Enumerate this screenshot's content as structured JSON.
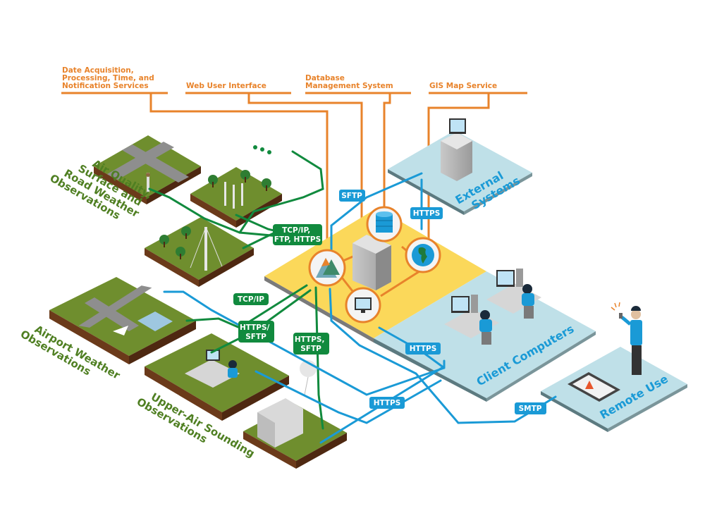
{
  "colors": {
    "orange": "#e8832b",
    "green_link": "#118a3e",
    "blue_link": "#1a9ad6",
    "grass": "#6f8e2e",
    "soil": "#6b3a1a",
    "yellow_platform": "#fbd85a",
    "light_blue_platform": "#bfe0e8",
    "zone_text_green": "#4f7f22"
  },
  "services": [
    {
      "id": "data-acquisition",
      "lines": [
        "Date Acquisition,",
        "Processing, Time, and",
        "Notification Services"
      ]
    },
    {
      "id": "web-ui",
      "lines": [
        "Web User Interface"
      ]
    },
    {
      "id": "dbms",
      "lines": [
        "Database",
        "Management System"
      ]
    },
    {
      "id": "gis",
      "lines": [
        "GIS Map Service"
      ]
    }
  ],
  "observation_zones": [
    {
      "id": "air-quality",
      "lines": [
        "Air Quality,",
        "Surface and",
        "Road Weather",
        "Observations"
      ]
    },
    {
      "id": "airport",
      "lines": [
        "Airport Weather",
        "Observations"
      ]
    },
    {
      "id": "upper-air",
      "lines": [
        "Upper-Air Sounding",
        "Observations"
      ]
    }
  ],
  "destination_zones": [
    {
      "id": "external",
      "lines": [
        "External",
        "Systems"
      ]
    },
    {
      "id": "client",
      "lines": [
        "Client Computers"
      ]
    },
    {
      "id": "remote",
      "lines": [
        "Remote Use"
      ]
    }
  ],
  "protocol_tags": {
    "green": [
      {
        "id": "tcp-ftp-https",
        "lines": [
          "TCP/IP,",
          "FTP, HTTPS"
        ]
      },
      {
        "id": "tcp-ip",
        "lines": [
          "TCP/IP"
        ]
      },
      {
        "id": "https-sftp-1",
        "lines": [
          "HTTPS/",
          "SFTP"
        ]
      },
      {
        "id": "https-sftp-2",
        "lines": [
          "HTTPS,",
          "SFTP"
        ]
      }
    ],
    "blue": [
      {
        "id": "sftp",
        "lines": [
          "SFTP"
        ]
      },
      {
        "id": "https-external",
        "lines": [
          "HTTPS"
        ]
      },
      {
        "id": "https-client",
        "lines": [
          "HTTPS"
        ]
      },
      {
        "id": "https-field",
        "lines": [
          "HTTPS"
        ]
      },
      {
        "id": "smtp",
        "lines": [
          "SMTP"
        ]
      }
    ]
  },
  "central_hub": {
    "icons": [
      "mountains-icon",
      "database-icon",
      "globe-icon",
      "monitor-icon",
      "server-rack-icon"
    ]
  },
  "more_indicator": "..."
}
